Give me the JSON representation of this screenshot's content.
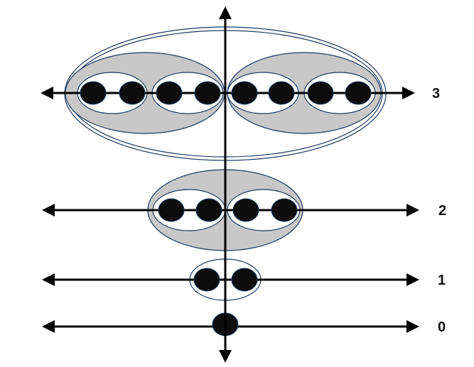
{
  "colors": {
    "line": "#000000",
    "dot": "#0d0d0d",
    "dot_stroke": "#1f3a5f",
    "group_fill": "#c8c8c8",
    "outline": "#1f3a5f",
    "inner_fill": "#ffffff"
  },
  "levels": [
    {
      "label": "3",
      "dot_count": 8
    },
    {
      "label": "2",
      "dot_count": 4
    },
    {
      "label": "1",
      "dot_count": 2
    },
    {
      "label": "0",
      "dot_count": 1
    }
  ]
}
